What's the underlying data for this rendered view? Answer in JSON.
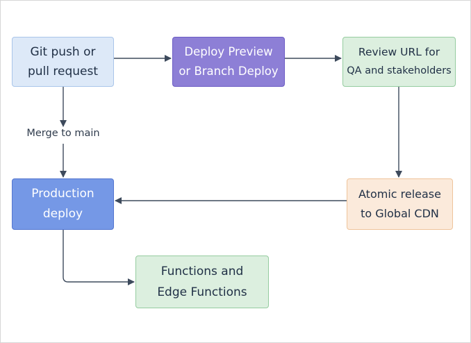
{
  "nodes": {
    "git_push": {
      "line1": "Git push or",
      "line2": "pull request"
    },
    "deploy_preview": {
      "line1": "Deploy Preview",
      "line2": "or Branch Deploy"
    },
    "review_url": {
      "line1": "Review URL for",
      "line2": "QA and stakeholders"
    },
    "production": {
      "line1": "Production",
      "line2": "deploy"
    },
    "atomic_release": {
      "line1": "Atomic release",
      "line2": "to Global CDN"
    },
    "functions": {
      "line1": "Functions and",
      "line2": "Edge Functions"
    }
  },
  "edges": {
    "merge_label": "Merge to main"
  },
  "colors": {
    "edge_stroke": "#3d4a5c",
    "git_fill": "#dde9f8",
    "preview_fill": "#8d7fd6",
    "review_fill": "#dcefdf",
    "production_fill": "#7598e6",
    "atomic_fill": "#fbeadb",
    "functions_fill": "#dcefdf"
  }
}
